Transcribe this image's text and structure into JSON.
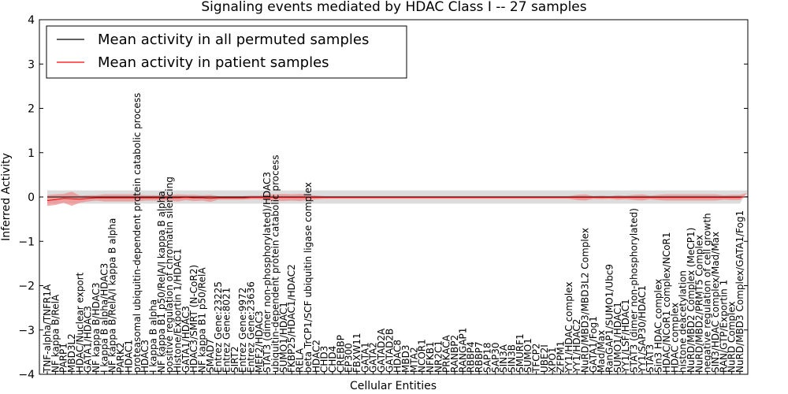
{
  "chart_data": {
    "type": "line",
    "title": "Signaling events mediated by HDAC Class I -- 27 samples",
    "xlabel": "Cellular Entities",
    "ylabel": "Inferred Activity",
    "ylim": [
      -4,
      4
    ],
    "yticks": [
      "−4",
      "−3",
      "−2",
      "−1",
      "0",
      "1",
      "2",
      "3",
      "4"
    ],
    "grid": false,
    "legend_position": "top-left",
    "categories": [
      "TNF-alpha/TNFR1A",
      "NF kappa B/RelA",
      "PARP1",
      "MBD3L2",
      "HDAC/Nuclear export",
      "GATA1/HDAC3",
      "NF kappa B/HDAC3",
      "I kappa B alpha/HDAC3",
      "NF kappa B/RelA/I kappa B alpha",
      "PARK2",
      "HDAC1",
      "proteasomal ubiquitin-dependent protein catabolic process",
      "HDAC3",
      "I kappa B alpha",
      "NF kappa B1 p50/RelA/I kappa B alpha",
      "positive regulation of chromatin silencing",
      "Histone/Exportin 1/HDAC1",
      "GATA1/HDAC3",
      "HDAC3/SMRT (N-CoR2)",
      "NF kappa B1 p50/RelA",
      "SMAD7",
      "Entrez Gene:23225",
      "Entrez Gene:8021",
      "SIRT2",
      "Entrez Gene:9972",
      "Entrez Gene:23636",
      "MEF2/HDAC3",
      "STAT3 (dimer non-phosphorylated)/HDAC3",
      "ubiquitin-dependent protein catabolic process",
      "SUMO1/HDAC1",
      "FKBP25/HDAC1/HDAC2",
      "RELA",
      "beta TrCP1/SCF ubiquitin ligase complex",
      "HDAC2",
      "CHD3",
      "CHD4",
      "CREBBP",
      "EP300",
      "FBXW11",
      "GATA1",
      "GATA2",
      "GATAD2A",
      "GATAD2B",
      "HDAC8",
      "MBD3",
      "MTA2",
      "NCOR1",
      "NFKB1",
      "NR2C1",
      "PRKACA",
      "RANBP2",
      "RANGAP1",
      "RBBP4",
      "RBBP7",
      "SAP18",
      "SAP30",
      "SIN3A",
      "SIN3B",
      "SMURF1",
      "SUMO1",
      "TFCP2",
      "UBE2I",
      "XPO1",
      "ZFPM1",
      "YY1/HDAC complex",
      "YY1/HDAC2",
      "NuRD/MBD3/MBD3L2 Complex",
      "GATA1/Fog1",
      "Mad/Max",
      "RanGAP1/SUMO1/Ubc9",
      "SUMO1/HDAC1",
      "YY1/LSF/HDAC1",
      "STAT3 (dimer non-phosphorylated)",
      "YY1/SAP30/HDAC1",
      "STAT3",
      "Sin3 HDAC complex",
      "HDAC/NCoR1 complex/NCoR1",
      "HDAC complex",
      "histone deacetylation",
      "NuRD/MBD2 Complex (MeCP1)",
      "NuRD/MBD2/PRMT5 Complex",
      "negative regulation of cell growth",
      "SIN3/HDAC complex/Mad/Max",
      "RAN/GTP/Exportin 1",
      "NuRD Complex",
      "NuRD/MBD3 Complex/GATA1/Fog1"
    ],
    "series": [
      {
        "name": "Mean activity in all permuted samples",
        "color": "#000000",
        "band_color": "#d3d3d3",
        "values": [
          0.0,
          0.0,
          0.0,
          0.0,
          0.0,
          0.0,
          0.0,
          0.0,
          0.0,
          0.0,
          0.0,
          0.0,
          0.0,
          0.0,
          0.0,
          0.0,
          0.0,
          0.0,
          0.0,
          0.0,
          0.0,
          0.0,
          0.0,
          0.0,
          0.0,
          0.0,
          0.0,
          0.0,
          0.0,
          0.0,
          0.0,
          0.0,
          0.0,
          0.0,
          0.0,
          0.0,
          0.0,
          0.0,
          0.0,
          0.0,
          0.0,
          0.0,
          0.0,
          0.0,
          0.0,
          0.0,
          0.0,
          0.0,
          0.0,
          0.0,
          0.0,
          0.0,
          0.0,
          0.0,
          0.0,
          0.0,
          0.0,
          0.0,
          0.0,
          0.0,
          0.0,
          0.0,
          0.0,
          0.0,
          0.0,
          0.0,
          0.0,
          0.0,
          0.0,
          0.0,
          0.0,
          0.0,
          0.0,
          0.0,
          0.0,
          0.0,
          0.0,
          0.0,
          0.0,
          0.0,
          0.0,
          0.0,
          0.0,
          0.0,
          0.0,
          0.0,
          0.0
        ],
        "band": [
          0.15,
          0.15,
          0.15,
          0.15,
          0.15,
          0.15,
          0.15,
          0.15,
          0.15,
          0.15,
          0.15,
          0.15,
          0.15,
          0.15,
          0.15,
          0.15,
          0.15,
          0.15,
          0.15,
          0.15,
          0.15,
          0.15,
          0.15,
          0.15,
          0.15,
          0.15,
          0.15,
          0.15,
          0.15,
          0.15,
          0.15,
          0.15,
          0.15,
          0.15,
          0.15,
          0.15,
          0.15,
          0.15,
          0.15,
          0.15,
          0.15,
          0.15,
          0.15,
          0.15,
          0.15,
          0.15,
          0.15,
          0.15,
          0.15,
          0.15,
          0.15,
          0.15,
          0.15,
          0.15,
          0.15,
          0.15,
          0.15,
          0.15,
          0.15,
          0.15,
          0.15,
          0.15,
          0.15,
          0.15,
          0.15,
          0.15,
          0.15,
          0.15,
          0.15,
          0.15,
          0.15,
          0.15,
          0.15,
          0.15,
          0.15,
          0.15,
          0.15,
          0.15,
          0.15,
          0.15,
          0.15,
          0.15,
          0.15,
          0.15,
          0.15,
          0.15,
          0.15
        ]
      },
      {
        "name": "Mean activity in patient samples",
        "color": "#ff0000",
        "band_color": "#f08080",
        "values": [
          -0.08,
          -0.06,
          -0.03,
          -0.04,
          -0.05,
          -0.03,
          -0.02,
          -0.02,
          -0.02,
          -0.02,
          -0.02,
          -0.02,
          -0.02,
          -0.02,
          -0.02,
          -0.02,
          -0.02,
          -0.01,
          -0.02,
          -0.02,
          -0.03,
          -0.02,
          -0.02,
          -0.02,
          -0.02,
          -0.01,
          -0.01,
          -0.01,
          -0.01,
          -0.01,
          -0.01,
          -0.01,
          -0.01,
          -0.01,
          -0.01,
          -0.01,
          -0.01,
          -0.01,
          -0.01,
          -0.01,
          -0.01,
          -0.01,
          -0.01,
          -0.01,
          -0.01,
          -0.01,
          -0.01,
          -0.01,
          -0.01,
          -0.01,
          -0.01,
          -0.01,
          -0.01,
          -0.01,
          -0.01,
          -0.01,
          -0.01,
          -0.01,
          -0.01,
          -0.01,
          -0.01,
          -0.01,
          -0.01,
          -0.01,
          -0.01,
          -0.01,
          -0.01,
          -0.01,
          -0.01,
          -0.01,
          -0.01,
          -0.01,
          -0.01,
          -0.01,
          -0.01,
          -0.01,
          -0.01,
          -0.01,
          -0.01,
          -0.01,
          -0.01,
          -0.01,
          -0.01,
          -0.01,
          -0.01,
          -0.01,
          0.01
        ],
        "band": [
          0.12,
          0.12,
          0.1,
          0.16,
          0.08,
          0.07,
          0.06,
          0.08,
          0.08,
          0.08,
          0.08,
          0.08,
          0.06,
          0.06,
          0.06,
          0.06,
          0.08,
          0.06,
          0.07,
          0.06,
          0.08,
          0.04,
          0.04,
          0.04,
          0.04,
          0.04,
          0.04,
          0.07,
          0.07,
          0.08,
          0.07,
          0.08,
          0.06,
          0.04,
          0.03,
          0.03,
          0.03,
          0.03,
          0.03,
          0.03,
          0.03,
          0.03,
          0.03,
          0.03,
          0.03,
          0.03,
          0.03,
          0.03,
          0.03,
          0.03,
          0.03,
          0.03,
          0.03,
          0.03,
          0.03,
          0.03,
          0.03,
          0.03,
          0.03,
          0.03,
          0.03,
          0.03,
          0.03,
          0.03,
          0.03,
          0.06,
          0.07,
          0.03,
          0.04,
          0.03,
          0.05,
          0.04,
          0.06,
          0.07,
          0.04,
          0.06,
          0.07,
          0.07,
          0.07,
          0.07,
          0.07,
          0.07,
          0.07,
          0.05,
          0.06,
          0.06,
          0.08
        ]
      }
    ]
  }
}
